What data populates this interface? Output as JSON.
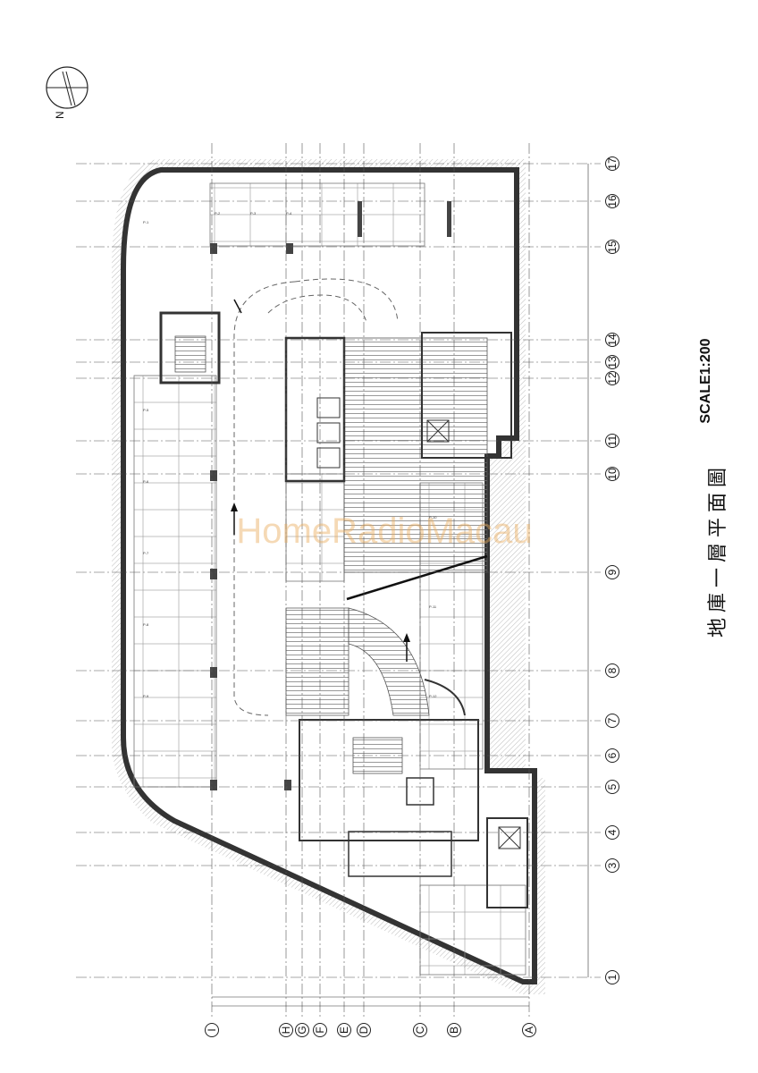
{
  "drawing": {
    "title_cn": "地庫一層平面圖",
    "scale": "SCALE1:200",
    "north_label": "N",
    "watermark": "HomeRadioMacau"
  },
  "grid": {
    "columns": [
      "1",
      "3",
      "4",
      "5",
      "6",
      "7",
      "8",
      "9",
      "10",
      "11",
      "12",
      "13",
      "14",
      "15",
      "16",
      "17"
    ],
    "rows": [
      "I",
      "H",
      "G",
      "F",
      "E",
      "D",
      "C",
      "B",
      "A"
    ]
  },
  "colors": {
    "line": "#222222",
    "wall": "#444444",
    "hatch": "#bbbbbb",
    "watermark": "#e9aa5a"
  }
}
